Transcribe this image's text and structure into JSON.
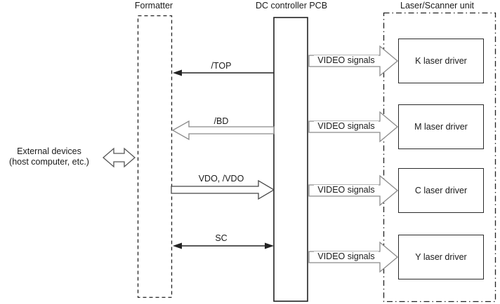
{
  "headers": {
    "formatter": "Formatter",
    "dc_controller": "DC controller PCB",
    "laser_scanner": "Laser/Scanner unit"
  },
  "external_devices": {
    "line1": "External devices",
    "line2": "(host computer, etc.)"
  },
  "signals": {
    "top": "/TOP",
    "bd": "/BD",
    "vdo": "VDO, /VDO",
    "sc": "SC",
    "video": "VIDEO signals"
  },
  "laser_drivers": [
    {
      "label": "K laser driver"
    },
    {
      "label": "M laser driver"
    },
    {
      "label": "C laser driver"
    },
    {
      "label": "Y laser driver"
    }
  ],
  "colors": {
    "ink": "#1a1a1a",
    "solid_box_stroke": "#222222",
    "hollow_arrow_gray": "#8a8a8a",
    "hollow_arrow_dark": "#444444"
  }
}
